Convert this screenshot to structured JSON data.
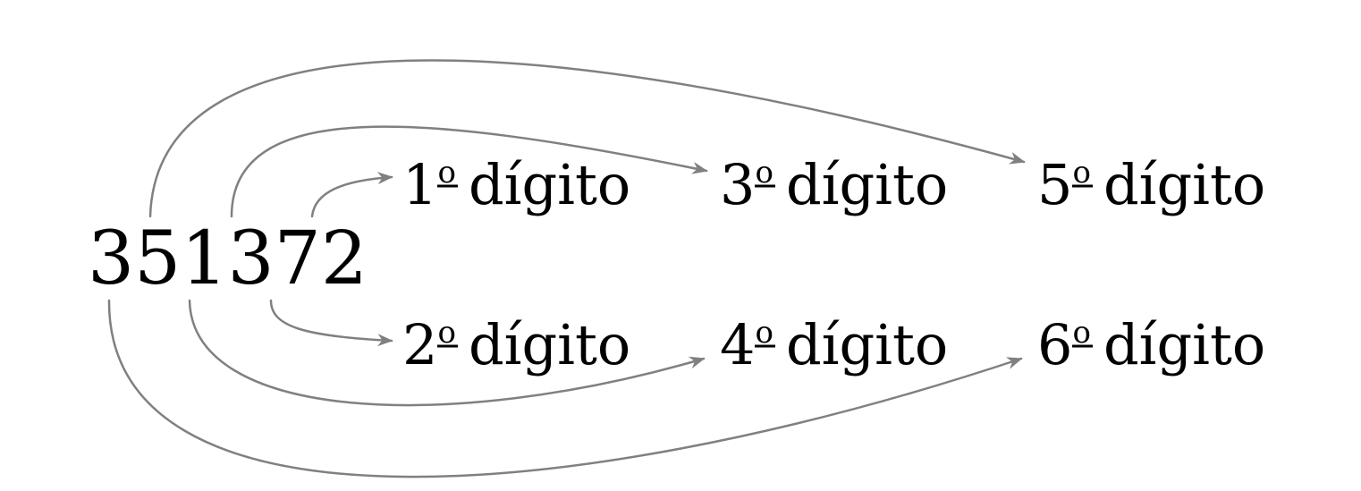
{
  "number": "351372",
  "digit_word": "dígito",
  "ordinal_mark": "o",
  "digits": [
    {
      "index": "1",
      "char": "3"
    },
    {
      "index": "2",
      "char": "5"
    },
    {
      "index": "3",
      "char": "1"
    },
    {
      "index": "4",
      "char": "3"
    },
    {
      "index": "5",
      "char": "7"
    },
    {
      "index": "6",
      "char": "2"
    }
  ],
  "labels": [
    {
      "index": "1",
      "row": "top"
    },
    {
      "index": "3",
      "row": "top"
    },
    {
      "index": "5",
      "row": "top"
    },
    {
      "index": "2",
      "row": "bottom"
    },
    {
      "index": "4",
      "row": "bottom"
    },
    {
      "index": "6",
      "row": "bottom"
    }
  ],
  "colors": {
    "text": "#000000",
    "arrow": "#808080",
    "background": "#ffffff"
  }
}
